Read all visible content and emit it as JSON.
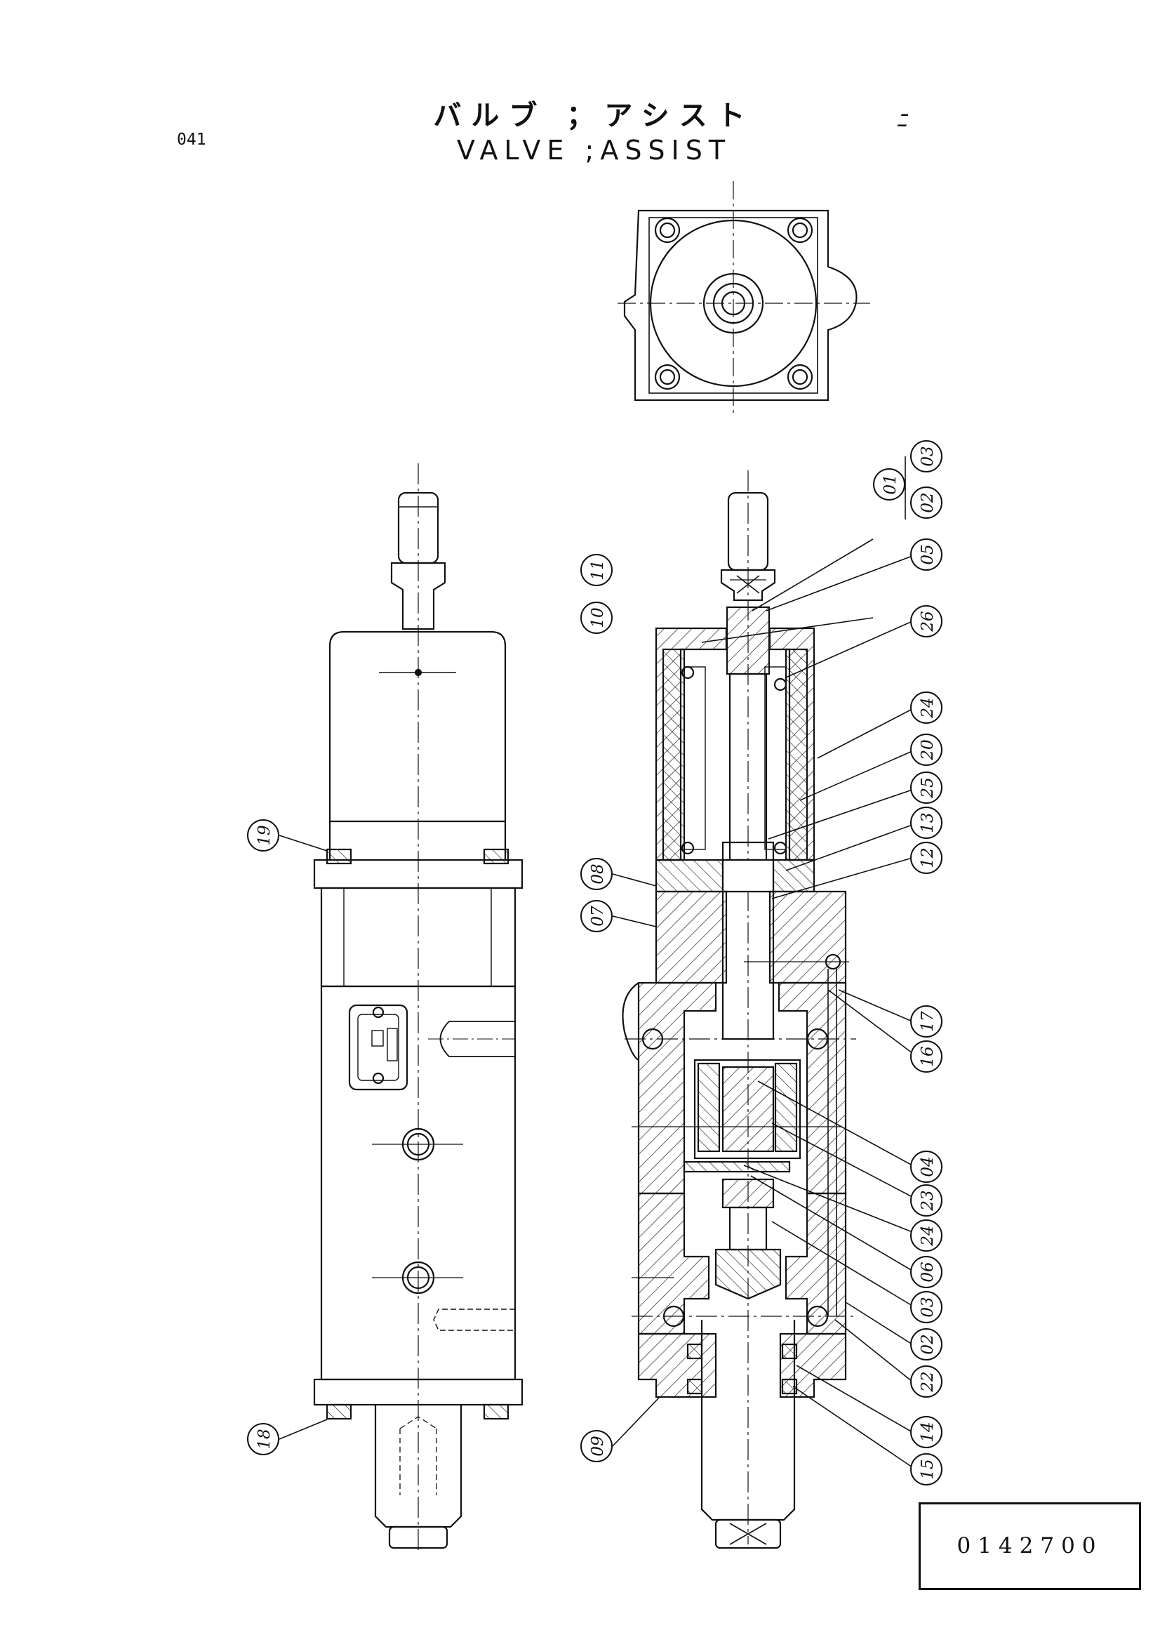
{
  "header": {
    "page_number": "041",
    "title_jp": "バルブ ；アシスト",
    "title_en": "VALVE ;ASSIST",
    "mark": "ﾆ"
  },
  "callouts": {
    "c01": "01",
    "c02a": "02",
    "c03a": "03",
    "c11a": "11",
    "c05": "05",
    "c10": "10",
    "c26": "26",
    "c24a": "24",
    "c20": "20",
    "c25": "25",
    "c13": "13",
    "c12": "12",
    "c08": "08",
    "c07": "07",
    "c17": "17",
    "c16": "16",
    "c04a": "04",
    "c23": "23",
    "c24b": "24",
    "c06": "06",
    "c03b": "03",
    "c02b": "02",
    "c22": "22",
    "c14": "14",
    "c15": "15",
    "c09": "09",
    "c19": "19",
    "c18": "18"
  },
  "footer": {
    "part_number": "0142700"
  }
}
